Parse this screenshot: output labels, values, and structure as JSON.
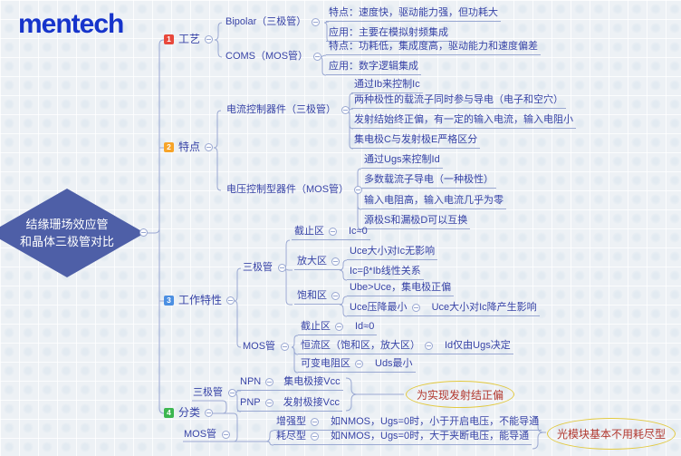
{
  "logo": "mentech",
  "root": {
    "line1": "结缘珊场效应管",
    "line2": "和晶体三极管对比"
  },
  "branches": {
    "craft": {
      "num": "1",
      "label": "工艺",
      "bipolar": {
        "label": "Bipolar（三极管）",
        "feature": "特点：速度快，驱动能力强，但功耗大",
        "app": "应用：主要在模拟射频集成"
      },
      "cmos": {
        "label": "COMS（MOS管）",
        "feature": "特点：功耗低，集成度高，驱动能力和速度偏差",
        "app": "应用：数字逻辑集成"
      }
    },
    "traits": {
      "num": "2",
      "label": "特点",
      "current": {
        "label": "电流控制器件（三极管）",
        "i1": "通过Ib来控制Ic",
        "i2": "两种极性的载流子同时参与导电（电子和空穴）",
        "i3": "发射结始终正偏，有一定的输入电流，输入电阻小",
        "i4": "集电极C与发射极E严格区分"
      },
      "voltage": {
        "label": "电压控制型器件（MOS管）",
        "i1": "通过Ugs来控制Id",
        "i2": "多数载流子导电（一种极性）",
        "i3": "输入电阻高，输入电流几乎为零",
        "i4": "源极S和漏极D可以互换"
      }
    },
    "working": {
      "num": "3",
      "label": "工作特性",
      "bjt": {
        "label": "三极管",
        "cutoff": {
          "label": "截止区",
          "value": "Ic≈0"
        },
        "amplify": {
          "label": "放大区",
          "i1": "Uce大小对Ic无影响",
          "i2": "Ic=β*Ib线性关系"
        },
        "saturate": {
          "label": "饱和区",
          "i1": "Ube>Uce，集电极正偏",
          "drop": {
            "label": "Uce压降最小",
            "value": "Uce大小对Ic降产生影响"
          }
        }
      },
      "mos": {
        "label": "MOS管",
        "cutoff": {
          "label": "截止区",
          "value": "Id≈0"
        },
        "constant": {
          "label": "恒流区（饱和区，放大区）",
          "value": "Id仅由Ugs决定"
        },
        "variable": {
          "label": "可变电阻区",
          "value": "Uds最小"
        }
      }
    },
    "category": {
      "num": "4",
      "label": "分类",
      "bjt": {
        "label": "三极管",
        "npn": {
          "label": "NPN",
          "value": "集电极接Vcc"
        },
        "pnp": {
          "label": "PNP",
          "value": "发射极接Vcc"
        },
        "summary": "为实现发射结正偏"
      },
      "mos": {
        "label": "MOS管",
        "enhanced": {
          "label": "增强型",
          "value": "如NMOS，Ugs=0时，小于开启电压，不能导通"
        },
        "depletion": {
          "label": "耗尽型",
          "value": "如NMOS，Ugs=0时，大于夹断电压，能导通"
        },
        "summary": "光模块基本不用耗尽型"
      }
    }
  },
  "colors": {
    "badge1": "#e8483b",
    "badge2": "#f7a428",
    "badge3": "#4b8fe2",
    "badge4": "#3cb650",
    "node_text": "#3743a6",
    "line": "#9aa8d2",
    "callout_text": "#b2372e",
    "callout_border": "#e2c93f",
    "diamond": "#4e5fa7",
    "logo": "#1634cb"
  }
}
